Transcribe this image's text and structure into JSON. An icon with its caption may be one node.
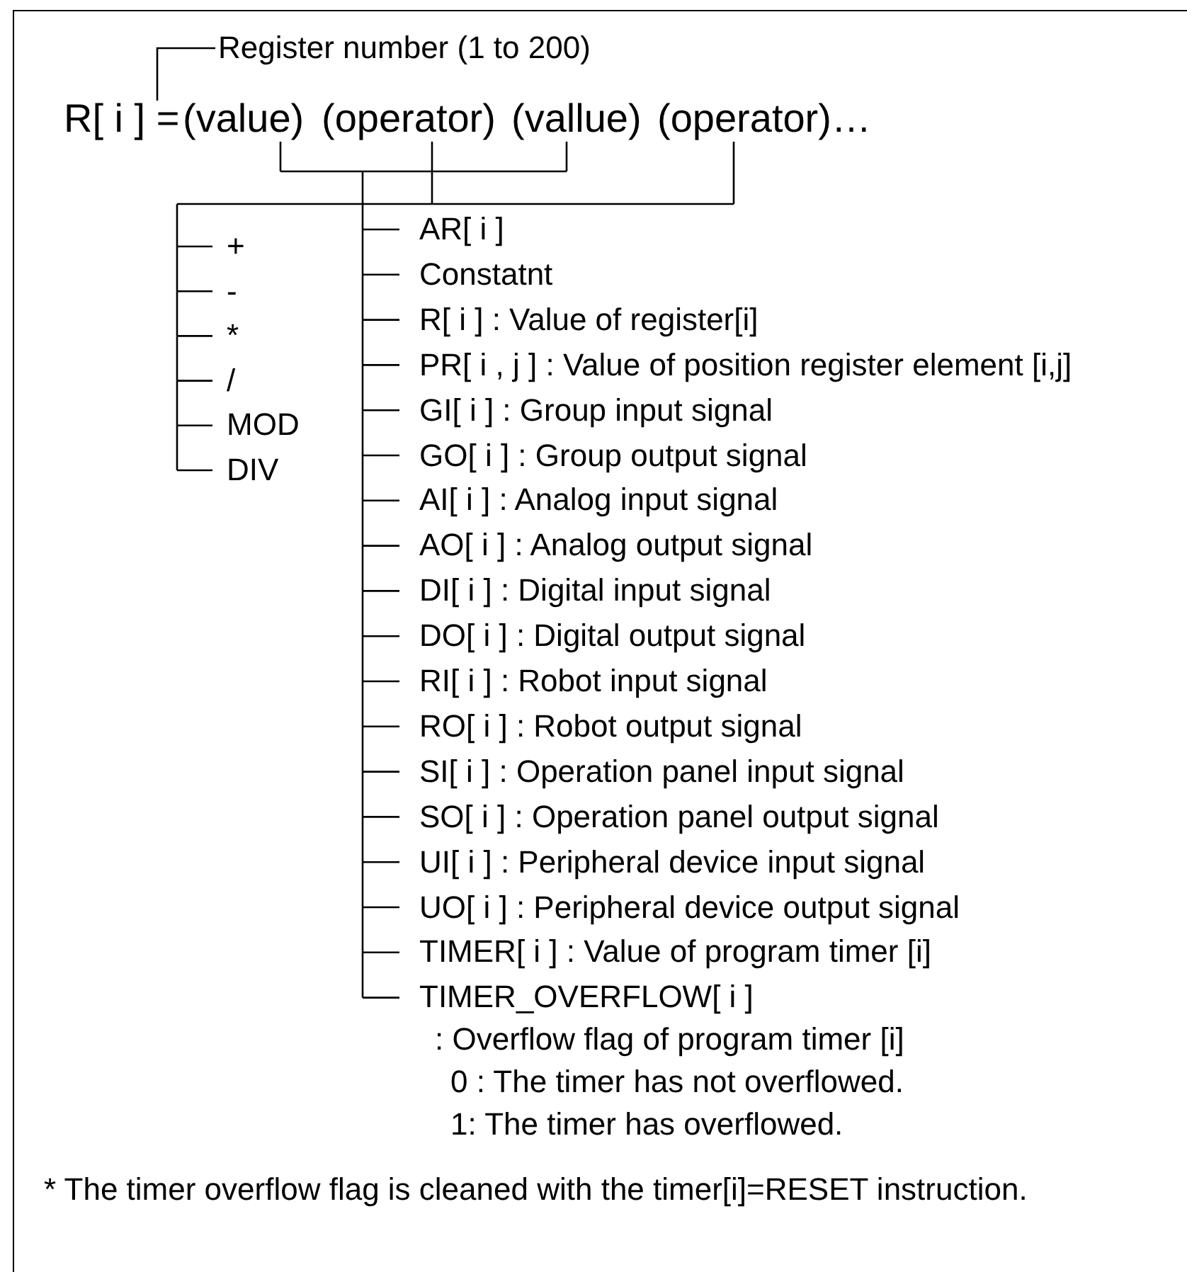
{
  "diagram": {
    "nodes": [
      {
        "text": [
          "R[ i ] ="
        ]
      },
      {
        "text": [
          "(value)"
        ]
      },
      {
        "text": [
          "(operator)"
        ]
      },
      {
        "text": [
          "(vallue)"
        ]
      },
      {
        "text": [
          "(operator)…"
        ]
      },
      {
        "text": [
          "Register number (1 to 200)"
        ]
      },
      {
        "text": [
          "+"
        ]
      },
      {
        "text": [
          "-"
        ]
      },
      {
        "text": [
          "*"
        ]
      },
      {
        "text": [
          "/"
        ]
      },
      {
        "text": [
          "MOD"
        ]
      },
      {
        "text": [
          "DIV"
        ]
      },
      {
        "text": [
          "AR[ i ]"
        ]
      },
      {
        "text": [
          "Constatnt"
        ]
      },
      {
        "text": [
          "R[ i ] : Value of register[i]"
        ]
      },
      {
        "text": [
          "PR[ i , j ] : Value of position register element [i,j]"
        ]
      },
      {
        "text": [
          "GI[ i ] : Group input signal"
        ]
      },
      {
        "text": [
          "GO[ i ] : Group output signal"
        ]
      },
      {
        "text": [
          "AI[ i ] : Analog input signal"
        ]
      },
      {
        "text": [
          "AO[ i ] : Analog output signal"
        ]
      },
      {
        "text": [
          "DI[ i ] : Digital input signal"
        ]
      },
      {
        "text": [
          "DO[ i ] : Digital output signal"
        ]
      },
      {
        "text": [
          "RI[ i ] : Robot input signal"
        ]
      },
      {
        "text": [
          "RO[ i ] : Robot output signal"
        ]
      },
      {
        "text": [
          "SI[ i ] : Operation panel input signal"
        ]
      },
      {
        "text": [
          "SO[ i ] : Operation panel output signal"
        ]
      },
      {
        "text": [
          "UI[ i ] : Peripheral device input signal"
        ]
      },
      {
        "text": [
          "UO[ i ] : Peripheral device output signal"
        ]
      },
      {
        "text": [
          "TIMER[ i ] : Value of program timer [i]"
        ]
      },
      {
        "text": [
          "TIMER_OVERFLOW[ i ]",
          ": Overflow flag of program timer [i]",
          "0 : The timer has not overflowed.",
          "1: The timer has overflowed."
        ]
      }
    ],
    "edges": [
      {
        "from": 5,
        "to": 0,
        "arrow": "none"
      },
      {
        "from": 2,
        "to": 6,
        "arrow": "none"
      },
      {
        "from": 2,
        "to": 7,
        "arrow": "none"
      },
      {
        "from": 2,
        "to": 8,
        "arrow": "none"
      },
      {
        "from": 2,
        "to": 9,
        "arrow": "none"
      },
      {
        "from": 2,
        "to": 10,
        "arrow": "none"
      },
      {
        "from": 2,
        "to": 11,
        "arrow": "none"
      },
      {
        "from": 4,
        "to": 6,
        "arrow": "none"
      },
      {
        "from": 4,
        "to": 7,
        "arrow": "none"
      },
      {
        "from": 4,
        "to": 8,
        "arrow": "none"
      },
      {
        "from": 4,
        "to": 9,
        "arrow": "none"
      },
      {
        "from": 4,
        "to": 10,
        "arrow": "none"
      },
      {
        "from": 4,
        "to": 11,
        "arrow": "none"
      },
      {
        "from": 1,
        "to": 12,
        "arrow": "none"
      },
      {
        "from": 1,
        "to": 13,
        "arrow": "none"
      },
      {
        "from": 1,
        "to": 14,
        "arrow": "none"
      },
      {
        "from": 1,
        "to": 15,
        "arrow": "none"
      },
      {
        "from": 1,
        "to": 16,
        "arrow": "none"
      },
      {
        "from": 1,
        "to": 17,
        "arrow": "none"
      },
      {
        "from": 1,
        "to": 18,
        "arrow": "none"
      },
      {
        "from": 1,
        "to": 19,
        "arrow": "none"
      },
      {
        "from": 1,
        "to": 20,
        "arrow": "none"
      },
      {
        "from": 1,
        "to": 21,
        "arrow": "none"
      },
      {
        "from": 1,
        "to": 22,
        "arrow": "none"
      },
      {
        "from": 1,
        "to": 23,
        "arrow": "none"
      },
      {
        "from": 1,
        "to": 24,
        "arrow": "none"
      },
      {
        "from": 1,
        "to": 25,
        "arrow": "none"
      },
      {
        "from": 1,
        "to": 26,
        "arrow": "none"
      },
      {
        "from": 1,
        "to": 27,
        "arrow": "none"
      },
      {
        "from": 1,
        "to": 28,
        "arrow": "none"
      },
      {
        "from": 1,
        "to": 29,
        "arrow": "none"
      },
      {
        "from": 3,
        "to": 12,
        "arrow": "none"
      },
      {
        "from": 3,
        "to": 13,
        "arrow": "none"
      },
      {
        "from": 3,
        "to": 14,
        "arrow": "none"
      },
      {
        "from": 3,
        "to": 15,
        "arrow": "none"
      },
      {
        "from": 3,
        "to": 16,
        "arrow": "none"
      },
      {
        "from": 3,
        "to": 17,
        "arrow": "none"
      },
      {
        "from": 3,
        "to": 18,
        "arrow": "none"
      },
      {
        "from": 3,
        "to": 19,
        "arrow": "none"
      },
      {
        "from": 3,
        "to": 20,
        "arrow": "none"
      },
      {
        "from": 3,
        "to": 21,
        "arrow": "none"
      },
      {
        "from": 3,
        "to": 22,
        "arrow": "none"
      },
      {
        "from": 3,
        "to": 23,
        "arrow": "none"
      },
      {
        "from": 3,
        "to": 24,
        "arrow": "none"
      },
      {
        "from": 3,
        "to": 25,
        "arrow": "none"
      },
      {
        "from": 3,
        "to": 26,
        "arrow": "none"
      },
      {
        "from": 3,
        "to": 27,
        "arrow": "none"
      },
      {
        "from": 3,
        "to": 28,
        "arrow": "none"
      },
      {
        "from": 3,
        "to": 29,
        "arrow": "none"
      }
    ],
    "labels": [
      "* The timer overflow flag is cleaned with the timer[i]=RESET instruction."
    ]
  }
}
